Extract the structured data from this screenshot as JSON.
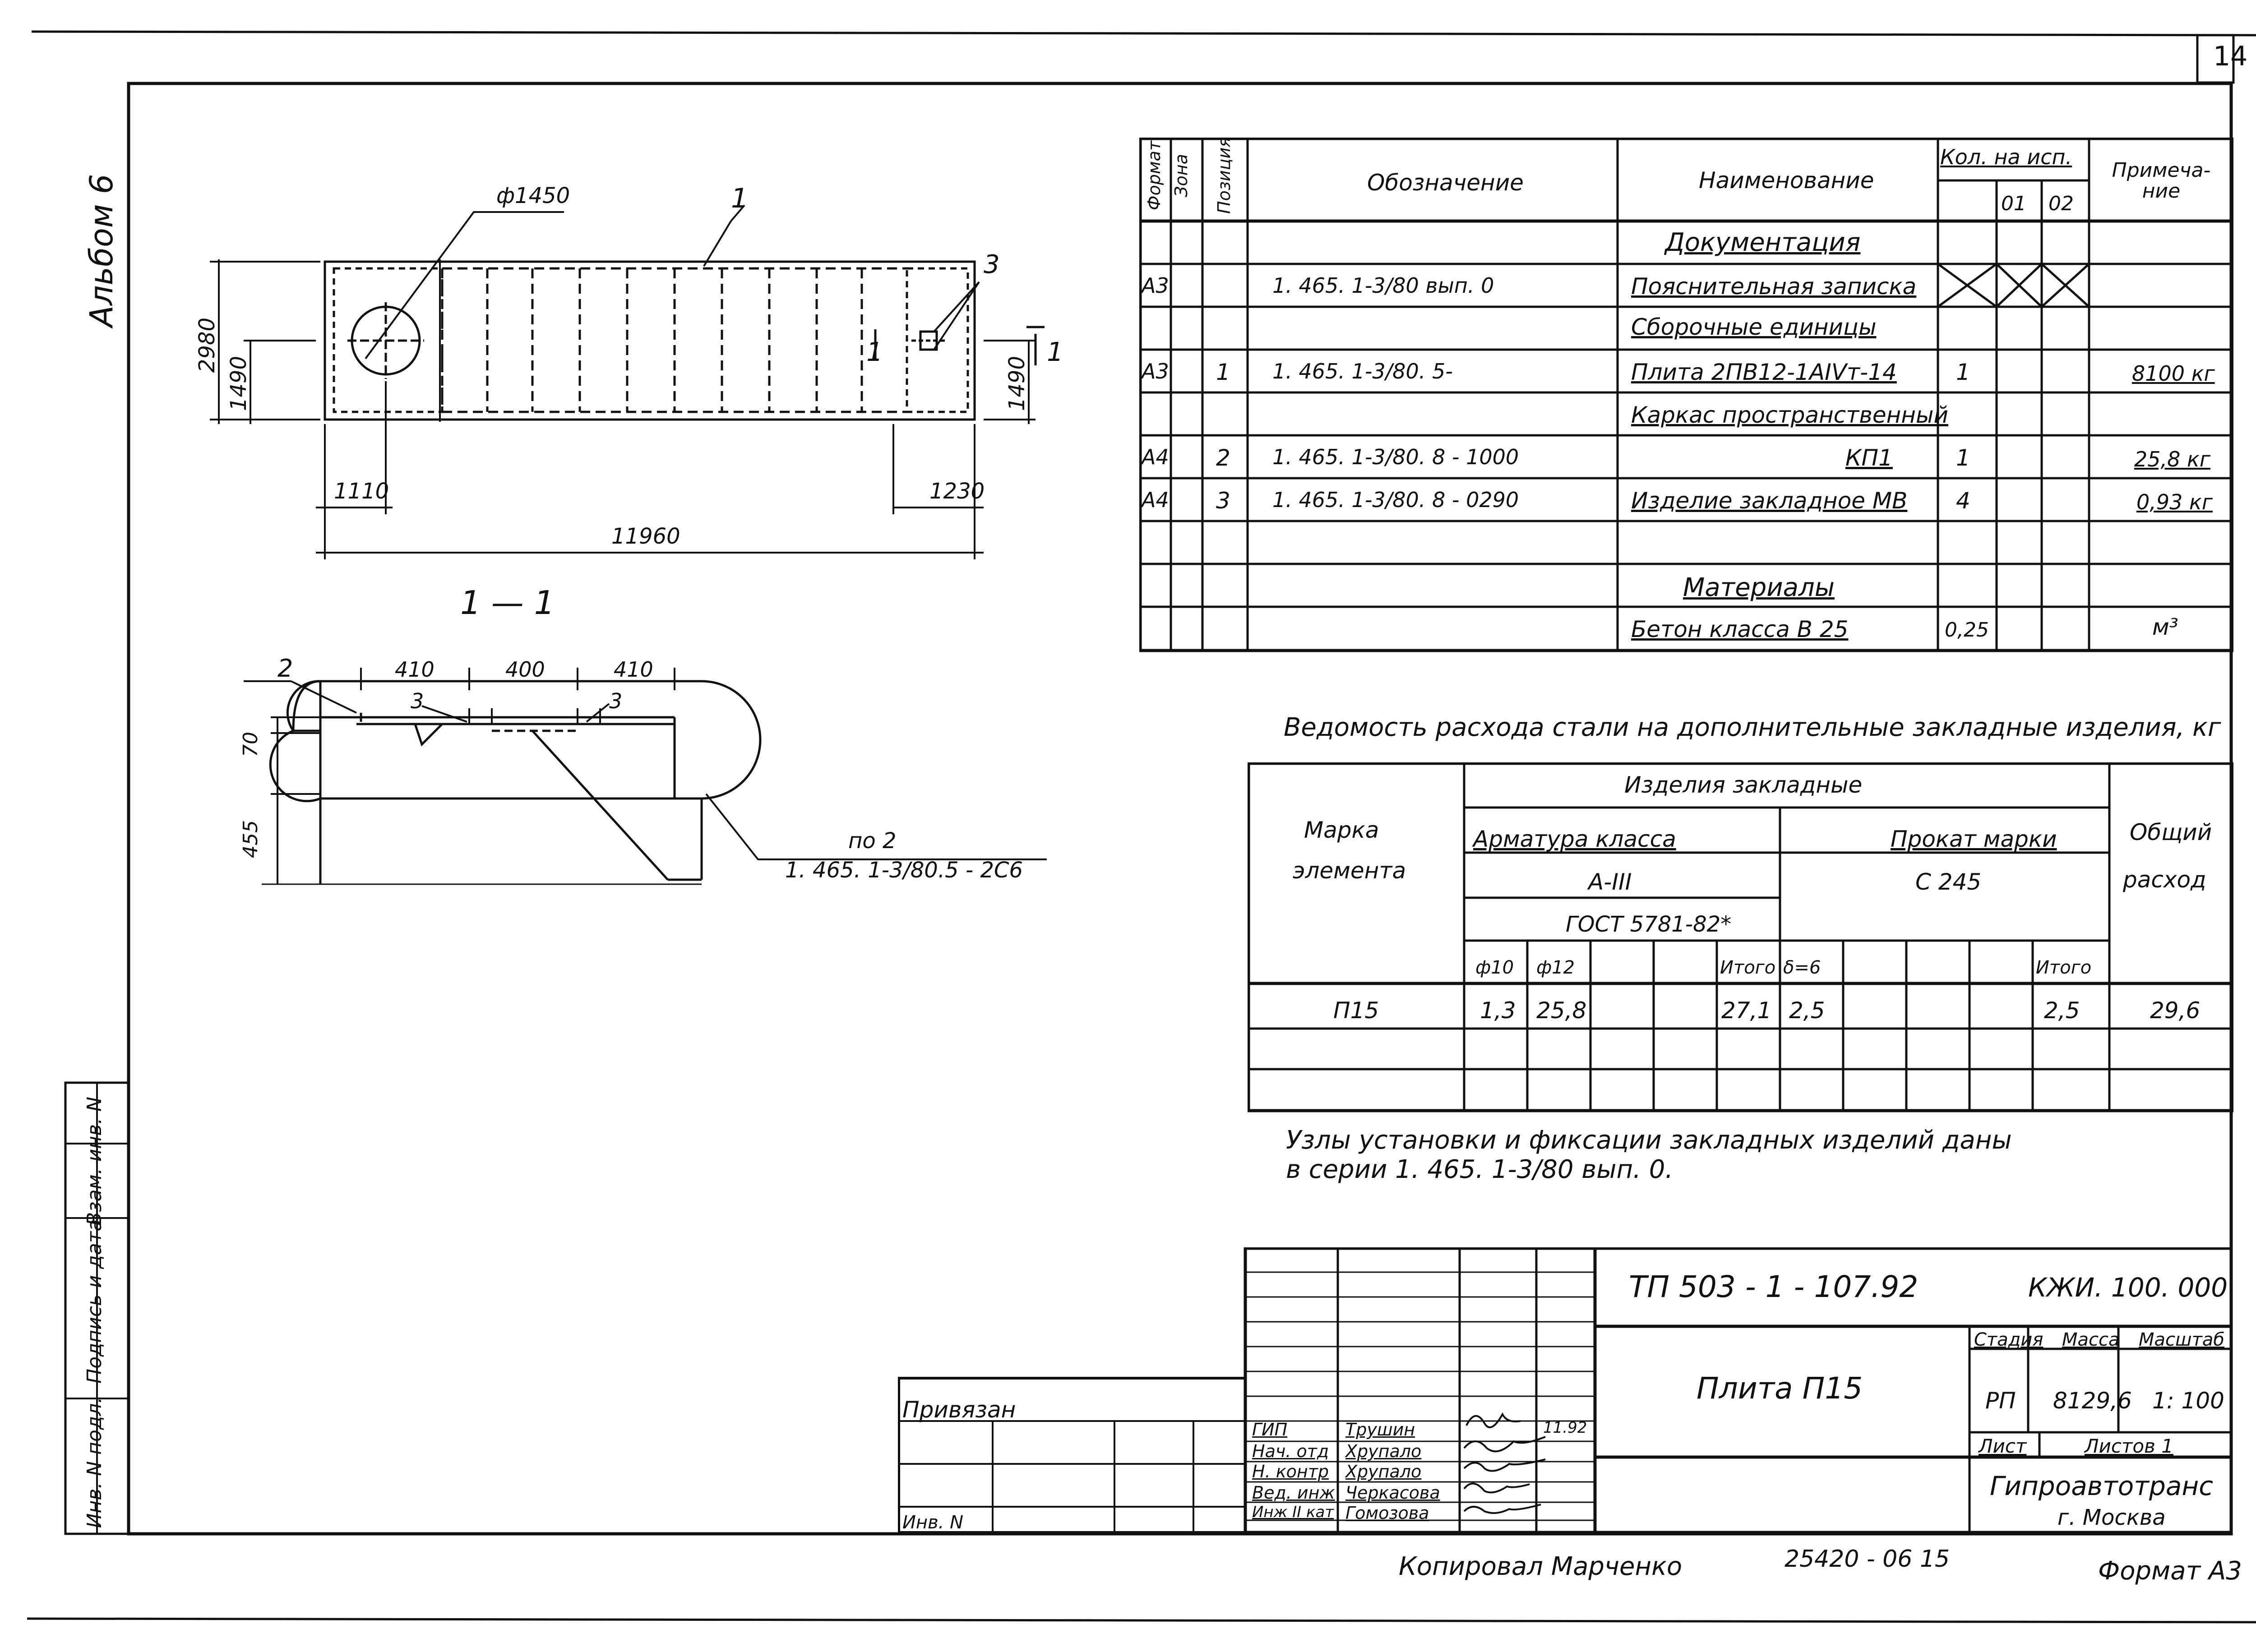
{
  "sheet": {
    "page_number": "14",
    "album": "Альбом 6",
    "format": "Формат А3",
    "copied": "Копировал  Марченко",
    "order_no": "25420 - 06   15"
  },
  "drawing": {
    "dim_diameter": "ф1450",
    "pos_1": "1",
    "pos_3": "3",
    "dim_2980": "2980",
    "dim_1490_left": "1490",
    "dim_1490_right": "1490",
    "dim_1110": "1110",
    "dim_1230": "1230",
    "dim_11960": "11960",
    "section_mark": "1",
    "section_title": "1 — 1",
    "sec_pos_2": "2",
    "sec_pos_3a": "3",
    "sec_pos_3b": "3",
    "sec_dim_410a": "410",
    "sec_dim_400": "400",
    "sec_dim_410b": "410",
    "sec_dim_70": "70",
    "sec_dim_455": "455",
    "ref_label": "по 2",
    "ref_code": "1. 465. 1-3/80.5 - 2С6"
  },
  "spec_table": {
    "headers": {
      "format": "Формат",
      "zone": "Зона",
      "position": "Позиция",
      "designation": "Обозначение",
      "name": "Наименование",
      "qty": "Кол. на исп.",
      "qty_01": "01",
      "qty_02": "02",
      "note": "Примеча-ние"
    },
    "sections": {
      "documentation": "Документация",
      "assembly": "Сборочные единицы",
      "materials": "Материалы"
    },
    "rows": [
      {
        "format": "А3",
        "pos": "",
        "designation": "1. 465. 1-3/80  вып. 0",
        "name": "Пояснительная записка",
        "qty": "",
        "note": ""
      },
      {
        "format": "А3",
        "pos": "1",
        "designation": "1. 465. 1-3/80. 5-",
        "name": "Плита  2ПВ12-1АIVт-14",
        "qty": "1",
        "note": "8100 кг"
      },
      {
        "format": "",
        "pos": "",
        "designation": "",
        "name": "Каркас пространственный",
        "qty": "",
        "note": ""
      },
      {
        "format": "А4",
        "pos": "2",
        "designation": "1. 465. 1-3/80. 8 - 1000",
        "name": "КП1",
        "qty": "1",
        "note": "25,8 кг"
      },
      {
        "format": "А4",
        "pos": "3",
        "designation": "1. 465. 1-3/80. 8 - 0290",
        "name": "Изделие  закладное  МВ",
        "qty": "4",
        "note": "0,93 кг"
      },
      {
        "format": "",
        "pos": "",
        "designation": "",
        "name": "Бетон  класса  В 25",
        "qty": "0,25",
        "note": "м³"
      }
    ]
  },
  "steel_table": {
    "title": "Ведомость  расхода  стали  на  дополнительные  закладные  изделия, кг",
    "mark_header": "Марка элемента",
    "mark_line1": "Марка",
    "mark_line2": "элемента",
    "group_header": "Изделия   закладные",
    "rebar_header": "Арматура   класса",
    "rebar_class": "А-III",
    "rebar_gost": "ГОСТ 5781-82*",
    "rolled_header": "Прокат  марки",
    "rolled_grade": "С 245",
    "total_header_1": "Общий",
    "total_header_2": "расход",
    "cols": [
      "ф10",
      "ф12",
      "",
      "",
      "Итого",
      "δ=6",
      "",
      "",
      "",
      "Итого"
    ],
    "row": {
      "mark": "П15",
      "values": [
        "1,3",
        "25,8",
        "",
        "",
        "27,1",
        "2,5",
        "",
        "",
        "",
        "2,5"
      ],
      "total": "29,6"
    }
  },
  "note": {
    "line1": "Узлы  установки   и   фиксации  закладных    изделий   даны",
    "line2": "в  серии  1. 465. 1-3/80  вып. 0."
  },
  "title_block": {
    "project": "ТП  503 - 1 - 107.92",
    "code": "КЖИ. 100. 000",
    "object": "Плита   П15",
    "stage_label": "Стадия",
    "mass_label": "Масса",
    "scale_label": "Масштаб",
    "stage": "РП",
    "mass": "8129,6",
    "scale": "1: 100",
    "sheet_label": "Лист",
    "sheets_label": "Листов 1",
    "org": "Гипроавтотранс",
    "city": "г. Москва",
    "bound": "Привязан",
    "inv": "Инв. N",
    "roles": [
      "ГИП",
      "Нач. отд",
      "Н. контр",
      "Вед. инж",
      "Инж II кат"
    ],
    "names": [
      "Трушин",
      "Хрупало",
      "Хрупало",
      "Черкасова",
      "Гомозова"
    ],
    "date": "11.92"
  },
  "side_stamp": {
    "inv_orig": "Инв. N подл.",
    "sign_date": "Подпись и дата",
    "replaces": "Взам. инв. N"
  }
}
